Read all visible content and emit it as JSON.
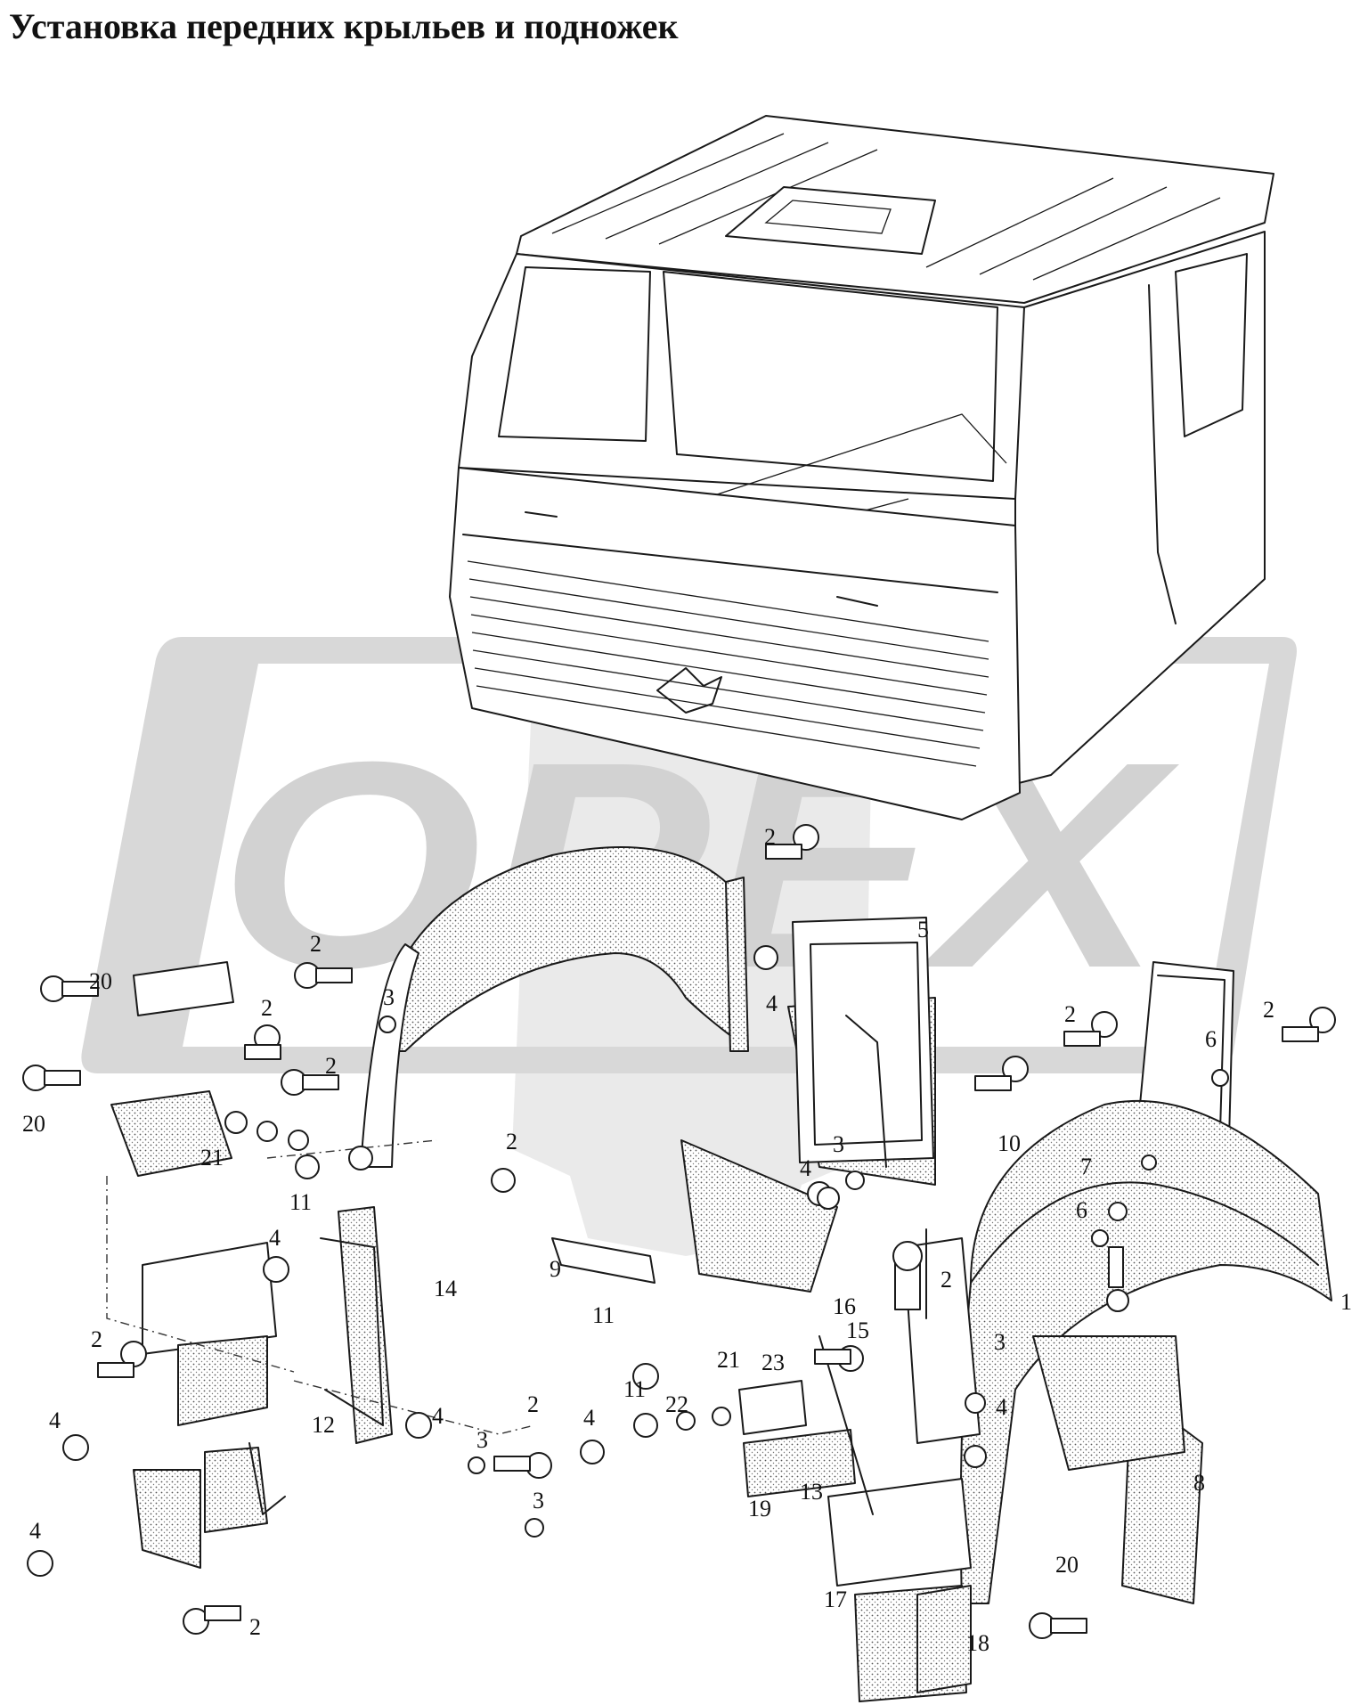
{
  "title": "Установка передних крыльев и подножек",
  "watermark": {
    "text": "ОРЕХ",
    "color": "#d5d5d5"
  },
  "labels": {
    "n1": "1",
    "n2": "2",
    "n3": "3",
    "n4": "4",
    "n5": "5",
    "n6": "6",
    "n7": "7",
    "n8": "8",
    "n9": "9",
    "n10": "10",
    "n11": "11",
    "n12": "12",
    "n13": "13",
    "n14": "14",
    "n15": "15",
    "n16": "16",
    "n17": "17",
    "n18": "18",
    "n19": "19",
    "n20": "20",
    "n21": "21",
    "n22": "22",
    "n23": "23"
  }
}
